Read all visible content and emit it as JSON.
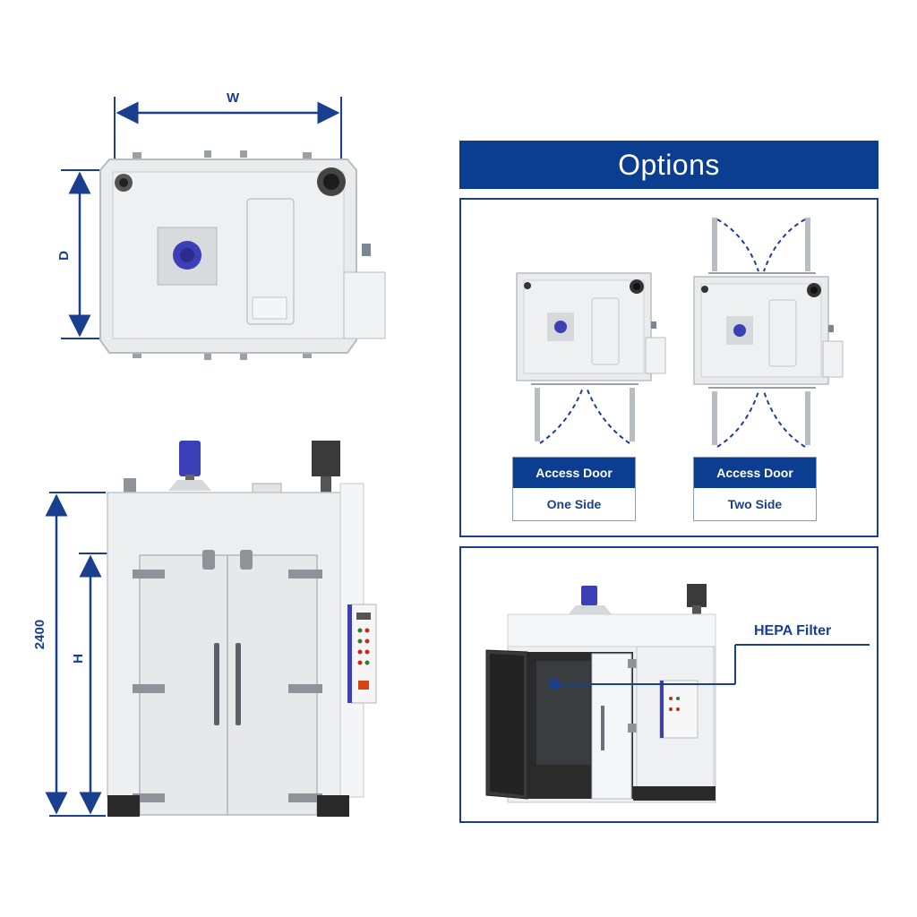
{
  "dimensions": {
    "width_label": "W",
    "depth_label": "D",
    "total_height_label": "2400",
    "door_height_label": "H"
  },
  "options": {
    "title": "Options",
    "one_side": {
      "top": "Access Door",
      "bottom": "One Side"
    },
    "two_side": {
      "top": "Access Door",
      "bottom": "Two Side"
    },
    "hepa_label": "HEPA Filter"
  },
  "colors": {
    "brand_blue": "#0b3d91",
    "outline_blue": "#1a3f8f",
    "motor_blue": "#3b3fb8",
    "body_grey": "#eceeef",
    "edge_grey": "#b8bdc2"
  }
}
